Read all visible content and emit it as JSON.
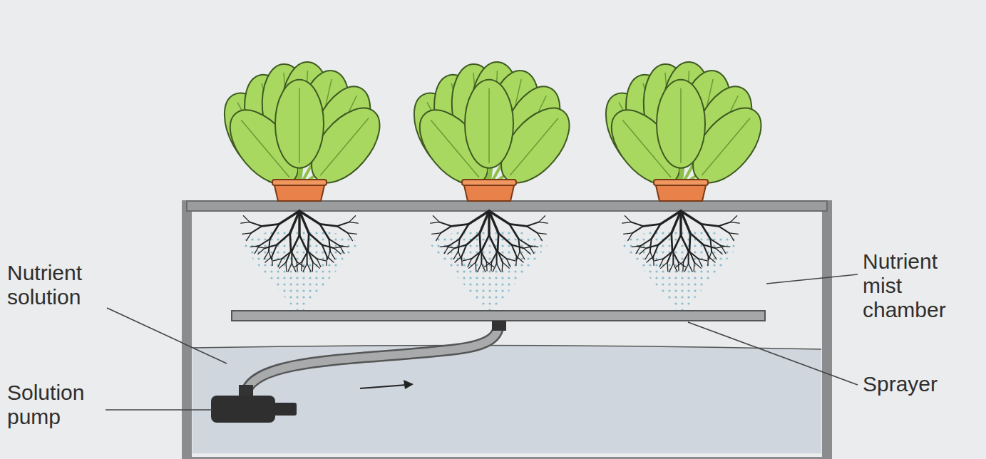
{
  "diagram": {
    "labels": [
      "Nutrient solution",
      "Solution pump",
      "Nutrient mist chamber",
      "Sprayer"
    ]
  }
}
